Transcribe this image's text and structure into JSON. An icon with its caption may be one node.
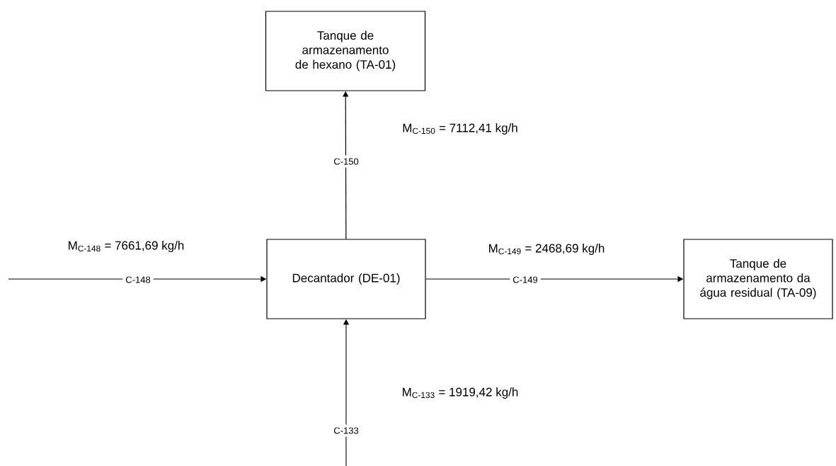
{
  "diagram": {
    "nodes": [
      {
        "text": [
          "Tanque de armazenamento de hexano (TA-01)"
        ]
      },
      {
        "text": [
          "Decantador (DE-01)"
        ]
      },
      {
        "text": [
          "Tanque de armazenamento da água residual (TA-09)"
        ]
      }
    ],
    "edges": [
      {
        "from": null,
        "to": 1,
        "arrow": "to",
        "label": "C-148"
      },
      {
        "from": 1,
        "to": 0,
        "arrow": "to",
        "label": "C-150"
      },
      {
        "from": 1,
        "to": 2,
        "arrow": "to",
        "label": "C-149"
      },
      {
        "from": null,
        "to": 1,
        "arrow": "to",
        "label": "C-133"
      }
    ],
    "labels": [
      "M$_{C-148}$ = 7661,69 kg/h",
      "M$_{C-150}$ = 7112,41 kg/h",
      "M$_{C-149}$ = 2468,69 kg/h",
      "M$_{C-133}$ = 1919,42 kg/h"
    ]
  }
}
